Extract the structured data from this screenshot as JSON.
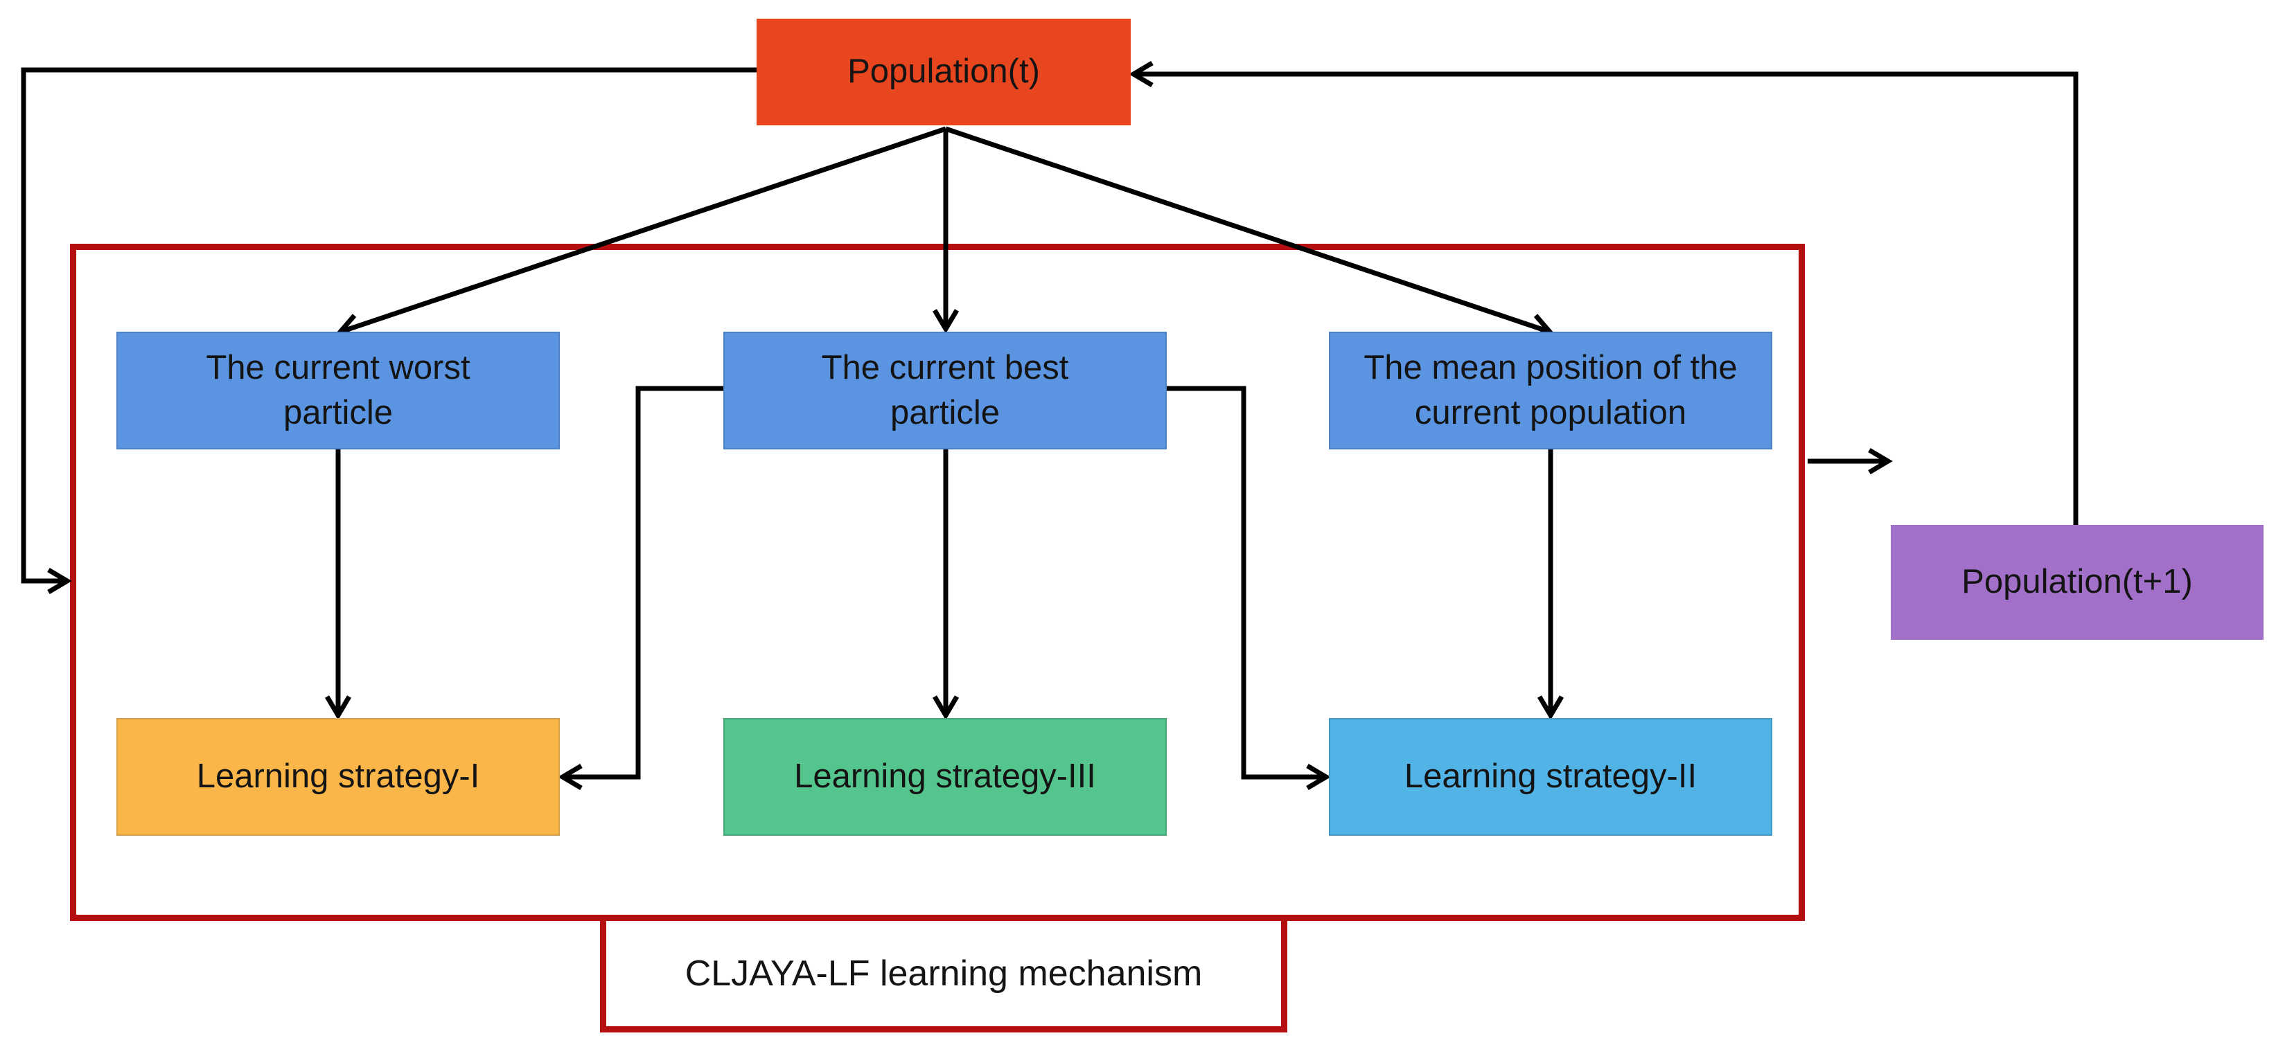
{
  "nodes": {
    "population_t": "Population(t)",
    "population_t1": "Population(t+1)",
    "worst_particle": "The current worst particle",
    "best_particle": "The current best particle",
    "mean_position": "The mean position of the current population",
    "strategy_1": "Learning strategy-I",
    "strategy_3": "Learning strategy-III",
    "strategy_2": "Learning strategy-II"
  },
  "frame_label": "CLJAYA-LF learning mechanism",
  "colors": {
    "population_t": "#e8461f",
    "population_t1": "#a370c9",
    "particle_boxes": "#5b94e1",
    "strategy_1": "#fab648",
    "strategy_3": "#53c58d",
    "strategy_2": "#52b3e7",
    "frame": "#b60f11",
    "edges": "#000000"
  },
  "edges": [
    {
      "from": "population_t",
      "to": "worst_particle"
    },
    {
      "from": "population_t",
      "to": "best_particle"
    },
    {
      "from": "population_t",
      "to": "mean_position"
    },
    {
      "from": "worst_particle",
      "to": "strategy_1"
    },
    {
      "from": "best_particle",
      "to": "strategy_1"
    },
    {
      "from": "best_particle",
      "to": "strategy_3"
    },
    {
      "from": "best_particle",
      "to": "strategy_2"
    },
    {
      "from": "mean_position",
      "to": "strategy_2"
    },
    {
      "from": "mechanism",
      "to": "population_t1"
    },
    {
      "from": "population_t1",
      "to": "population_t"
    },
    {
      "from": "population_t",
      "to": "mechanism"
    }
  ]
}
